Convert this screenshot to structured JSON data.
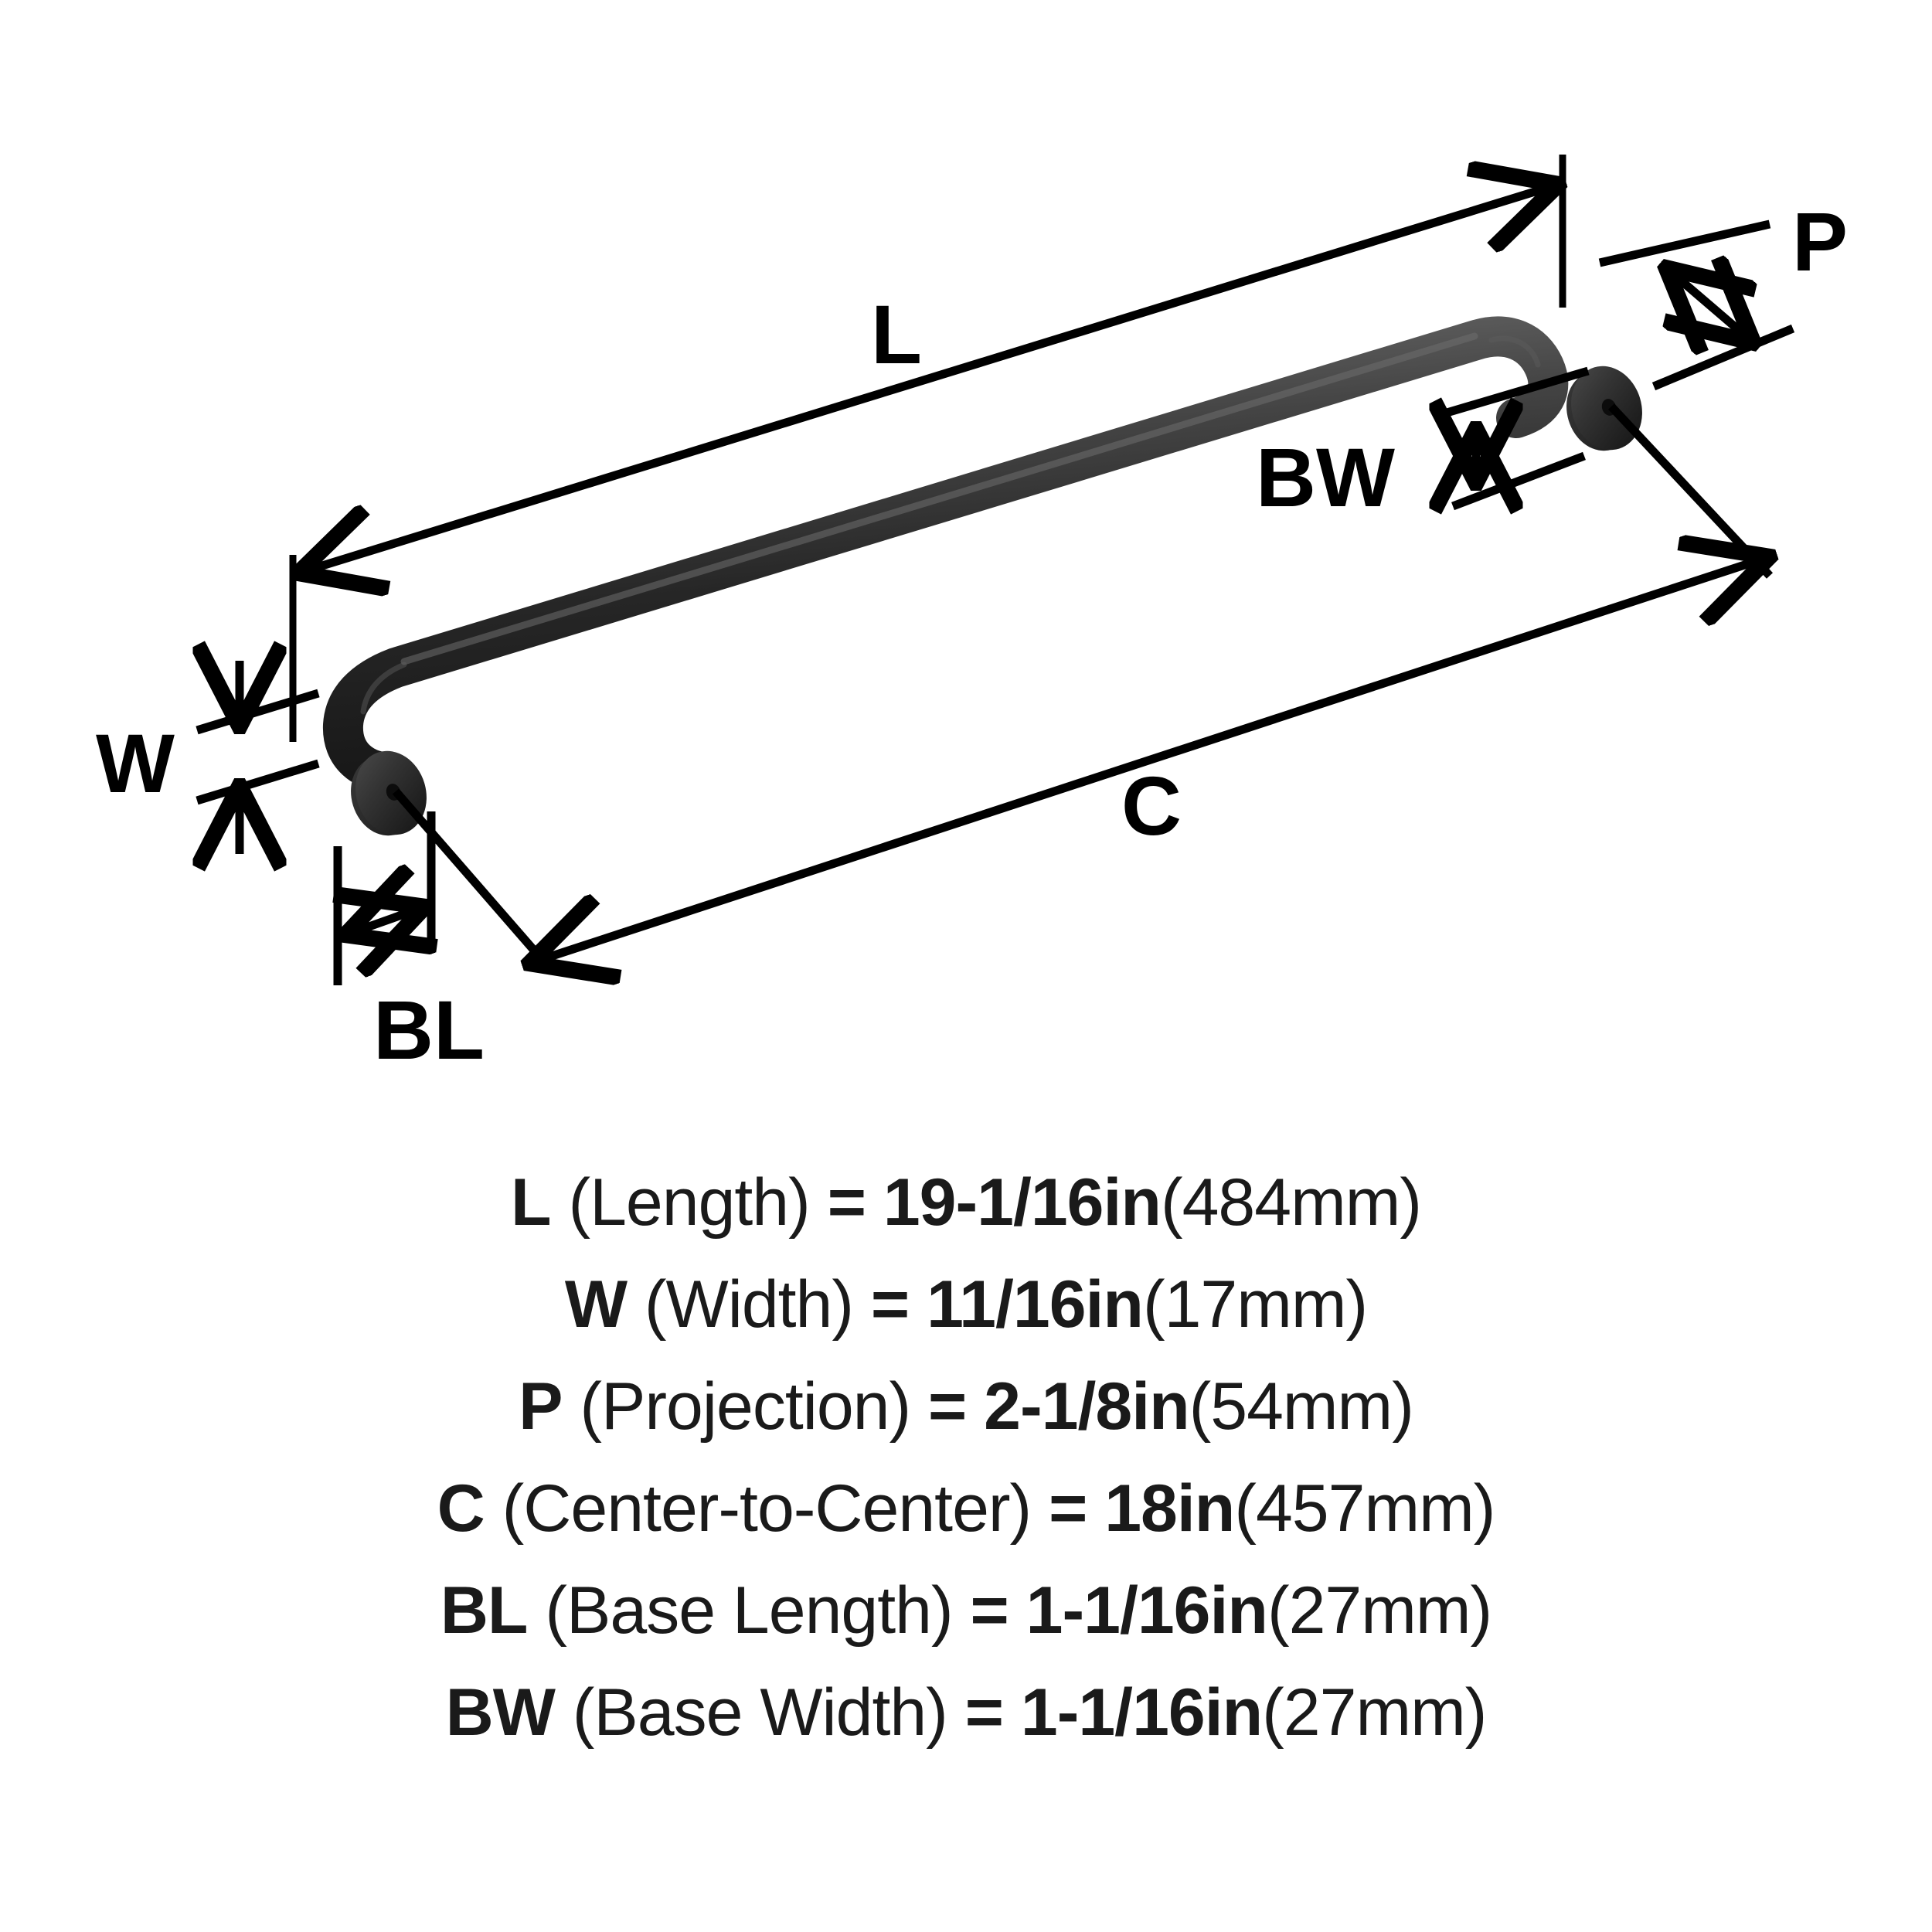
{
  "diagram": {
    "product": "cabinet-appliance-pull-handle",
    "finish_color": "#2f2f2f",
    "line_color": "#000000",
    "background_color": "#ffffff",
    "dimension_markers": [
      {
        "id": "L",
        "label": "L",
        "style": "double-arrow-long"
      },
      {
        "id": "W",
        "label": "W",
        "style": "opposed-arrows-small"
      },
      {
        "id": "P",
        "label": "P",
        "style": "double-arrow-diagonal"
      },
      {
        "id": "C",
        "label": "C",
        "style": "double-arrow-long"
      },
      {
        "id": "BL",
        "label": "BL",
        "style": "double-arrow-small"
      },
      {
        "id": "BW",
        "label": "BW",
        "style": "double-arrow-small-vertical"
      }
    ]
  },
  "specs": [
    {
      "code": "L",
      "name": "(Length)",
      "equals": "=",
      "imperial": "19-1/16in",
      "metric": "(484mm)"
    },
    {
      "code": "W",
      "name": "(Width)",
      "equals": "=",
      "imperial": "11/16in",
      "metric": "(17mm)"
    },
    {
      "code": "P",
      "name": "(Projection)",
      "equals": "=",
      "imperial": "2-1/8in",
      "metric": "(54mm)"
    },
    {
      "code": "C",
      "name": "(Center-to-Center)",
      "equals": "=",
      "imperial": "18in",
      "metric": "(457mm)"
    },
    {
      "code": "BL",
      "name": "(Base Length)",
      "equals": "=",
      "imperial": "1-1/16in",
      "metric": "(27mm)"
    },
    {
      "code": "BW",
      "name": "(Base Width)",
      "equals": "=",
      "imperial": "1-1/16in",
      "metric": "(27mm)"
    }
  ]
}
